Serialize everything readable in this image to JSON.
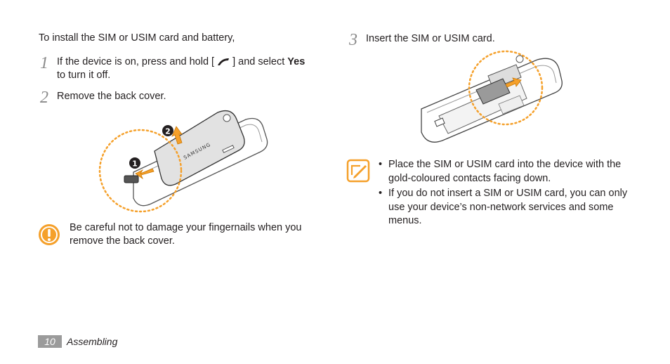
{
  "intro": "To install the SIM or USIM card and battery,",
  "steps": [
    {
      "number": "1",
      "text_before": "If the device is on, press and hold [",
      "text_after": "] and select ",
      "bold": "Yes",
      "text_end": "to turn it off."
    },
    {
      "number": "2",
      "text": "Remove the back cover."
    },
    {
      "number": "3",
      "text": "Insert the SIM or USIM card."
    }
  ],
  "illustration_cover": {
    "logo_text": "SAMSUNG",
    "callout_1": "1",
    "callout_2": "2"
  },
  "caution": {
    "icon": "caution-icon",
    "text": "Be careful not to damage your fingernails when you remove the back cover."
  },
  "note": {
    "icon": "note-icon",
    "bullet": "•",
    "items": [
      "Place the SIM or USIM card into the device with the gold-coloured contacts facing down.",
      "If you do not insert a SIM or USIM card, you can only use your device’s non-network services and some menus."
    ]
  },
  "footer": {
    "page_number": "10",
    "section": "Assembling"
  },
  "colors": {
    "accent": "#f5a02a",
    "step_number": "#8a8a8a",
    "footer_bg": "#9b9b9b"
  }
}
